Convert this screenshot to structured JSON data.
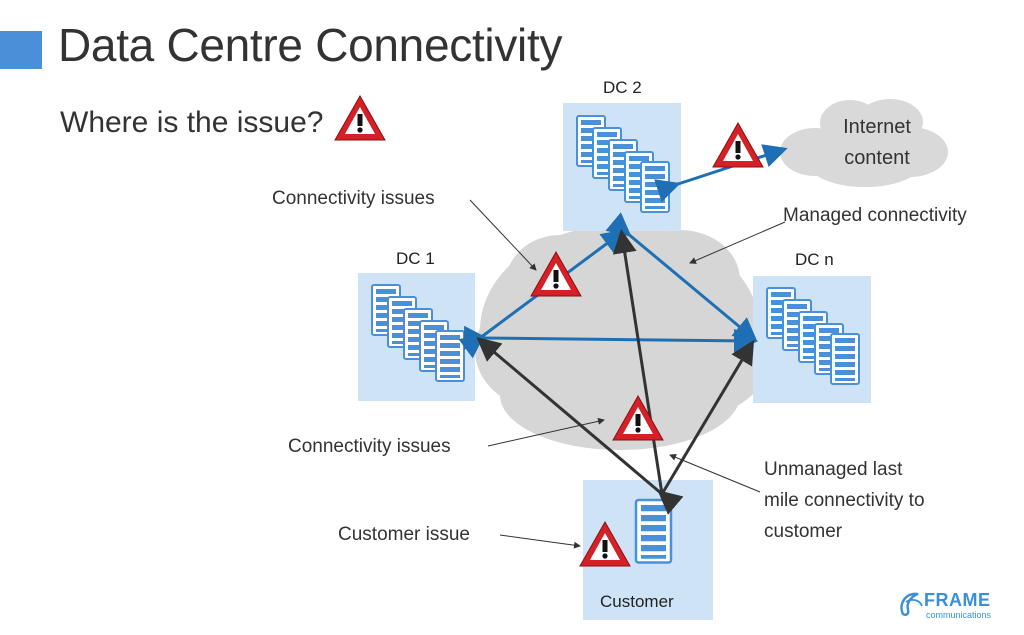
{
  "title": "Data Centre Connectivity",
  "subtitle": "Where is the issue?",
  "nodes": {
    "dc1": "DC 1",
    "dc2": "DC 2",
    "dcn": "DC n",
    "customer": "Customer",
    "internet_line1": "Internet",
    "internet_line2": "content"
  },
  "annotations": {
    "connectivity_issues_top": "Connectivity issues",
    "managed_connectivity": "Managed connectivity",
    "connectivity_issues_bottom": "Connectivity issues",
    "customer_issue": "Customer issue",
    "unmanaged_line1": "Unmanaged last",
    "unmanaged_line2": "mile connectivity to",
    "unmanaged_line3": "customer"
  },
  "logo": {
    "name": "FRAME",
    "tagline": "communications"
  },
  "colors": {
    "accent": "#4a90d9",
    "dc_box": "#cfe3f7",
    "cloud": "#d6d6d6",
    "managed_link": "#1f6fb5",
    "unmanaged_link": "#333333",
    "warning_red": "#d42027"
  }
}
